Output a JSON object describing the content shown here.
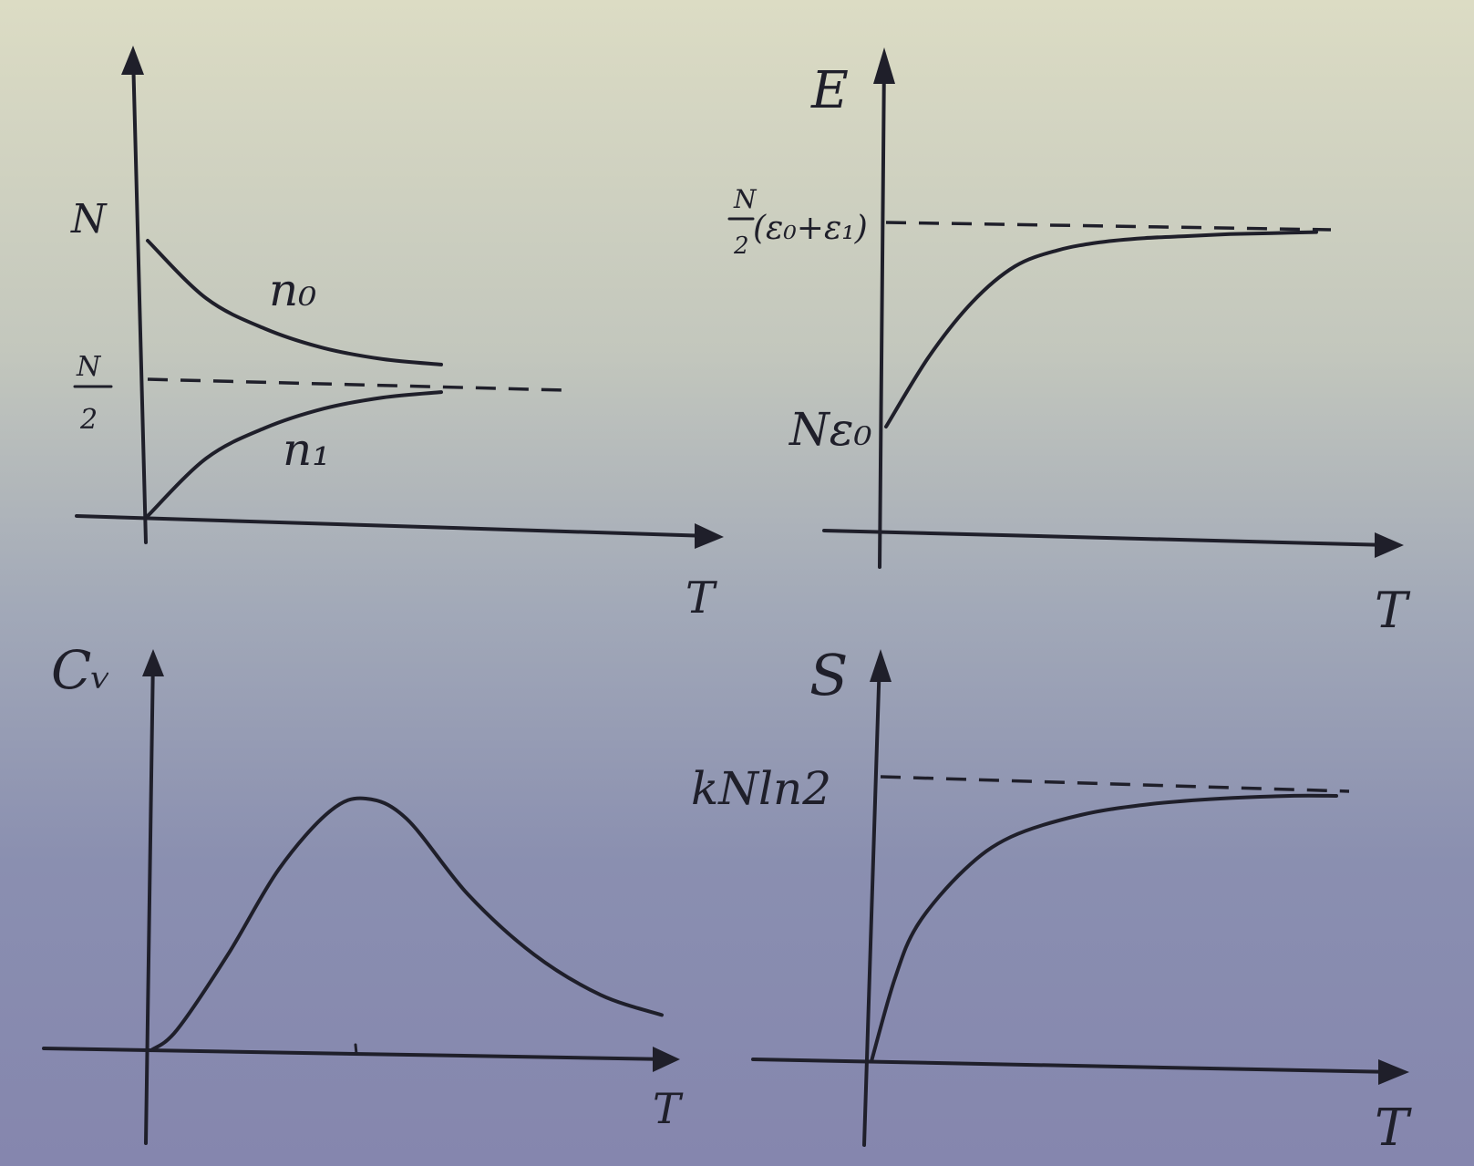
{
  "chart_data": [
    {
      "type": "line",
      "ylabel": "",
      "xlabel": "T",
      "yticks": {
        "top": "N",
        "mid_num": "N",
        "mid_den": "2"
      },
      "series": [
        {
          "name": "n₀",
          "x": [
            0,
            0.1,
            0.2,
            0.3,
            0.4,
            0.5
          ],
          "y": [
            1.0,
            0.79,
            0.68,
            0.61,
            0.57,
            0.55
          ]
        },
        {
          "name": "n₁",
          "x": [
            0,
            0.1,
            0.2,
            0.3,
            0.4,
            0.5
          ],
          "y": [
            0.0,
            0.21,
            0.32,
            0.39,
            0.43,
            0.45
          ]
        }
      ],
      "asymptote": 0.5
    },
    {
      "type": "line",
      "ylabel": "E",
      "xlabel": "T",
      "yticks": {
        "low": "Nε₀",
        "high_num": "N",
        "high_den": "2",
        "high_rest": "(ε₀+ε₁)"
      },
      "series": [
        {
          "x": [
            0,
            0.1,
            0.2,
            0.3,
            0.4,
            0.5,
            0.6,
            0.7,
            0.8,
            0.9,
            1.0
          ],
          "y": [
            0.0,
            0.35,
            0.62,
            0.8,
            0.88,
            0.92,
            0.94,
            0.95,
            0.96,
            0.965,
            0.97
          ]
        }
      ],
      "asymptote": 1.0
    },
    {
      "type": "line",
      "ylabel": "Cᵥ",
      "xlabel": "T",
      "series": [
        {
          "x": [
            0,
            0.05,
            0.15,
            0.25,
            0.35,
            0.42,
            0.5,
            0.62,
            0.75,
            0.88,
            1.0
          ],
          "y": [
            0.0,
            0.08,
            0.38,
            0.72,
            0.95,
            1.0,
            0.92,
            0.62,
            0.38,
            0.22,
            0.14
          ]
        }
      ]
    },
    {
      "type": "line",
      "ylabel": "S",
      "xlabel": "T",
      "yticks": {
        "high": "kNln2"
      },
      "series": [
        {
          "x": [
            0,
            0.05,
            0.1,
            0.2,
            0.3,
            0.45,
            0.6,
            0.75,
            0.9,
            1.0
          ],
          "y": [
            0.0,
            0.3,
            0.5,
            0.7,
            0.82,
            0.9,
            0.94,
            0.96,
            0.97,
            0.97
          ]
        }
      ],
      "asymptote": 1.0
    }
  ]
}
